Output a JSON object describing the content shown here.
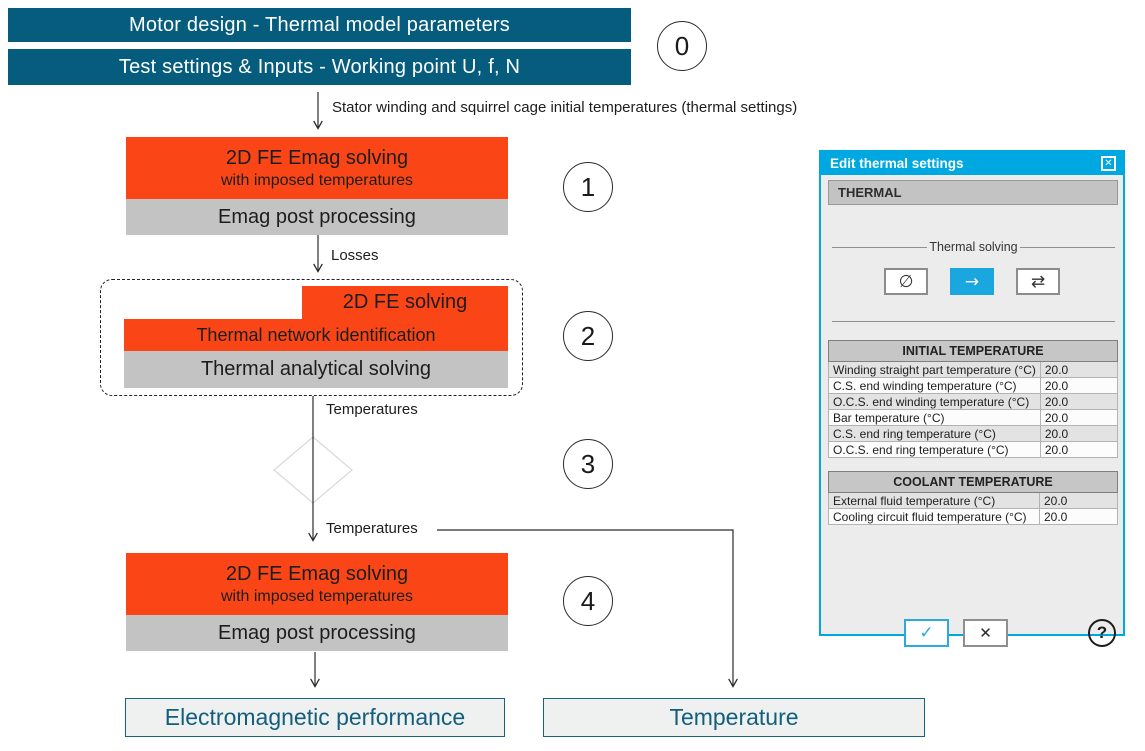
{
  "colors": {
    "teal_bar": "#055c7c",
    "accent_orange": "#fa4616",
    "block_gray": "#c3c3c3",
    "dialog_blue": "#00a8e2",
    "selected_button_blue": "#1aa7e0",
    "output_text_teal": "#135e7c"
  },
  "flow": {
    "bars": {
      "params": "Motor design - Thermal model parameters",
      "inputs": "Test settings & Inputs - Working point U, f, N"
    },
    "badges": [
      "0",
      "1",
      "2",
      "3",
      "4"
    ],
    "labels": {
      "initial": "Stator winding and squirrel cage initial temperatures (thermal settings)",
      "losses": "Losses",
      "temperatures_a": "Temperatures",
      "temperatures_b": "Temperatures"
    },
    "block1": {
      "line1": "2D FE Emag solving",
      "line2": "with imposed temperatures",
      "post": "Emag post processing"
    },
    "block2": {
      "fe": "2D FE solving",
      "network": "Thermal network identification",
      "analytical": "Thermal analytical solving"
    },
    "block4": {
      "line1": "2D FE Emag solving",
      "line2": "with imposed temperatures",
      "post": "Emag post processing"
    },
    "outputs": {
      "emag": "Electromagnetic performance",
      "temperature": "Temperature"
    }
  },
  "dialog": {
    "title": "Edit thermal settings",
    "close_icon": "✕",
    "section_header": "THERMAL",
    "solving": {
      "label": "Thermal solving",
      "none_icon": "∅",
      "one_way_icon": "→",
      "two_way_icon": "⇄",
      "selected": "one_way"
    },
    "initial_table": {
      "header": "INITIAL TEMPERATURE",
      "rows": [
        {
          "label": "Winding straight part temperature (°C)",
          "value": "20.0"
        },
        {
          "label": "C.S. end winding temperature (°C)",
          "value": "20.0"
        },
        {
          "label": "O.C.S. end winding temperature (°C)",
          "value": "20.0"
        },
        {
          "label": "Bar temperature (°C)",
          "value": "20.0"
        },
        {
          "label": "C.S. end ring temperature (°C)",
          "value": "20.0"
        },
        {
          "label": "O.C.S. end ring temperature (°C)",
          "value": "20.0"
        }
      ]
    },
    "coolant_table": {
      "header": "COOLANT TEMPERATURE",
      "rows": [
        {
          "label": "External fluid temperature (°C)",
          "value": "20.0"
        },
        {
          "label": "Cooling circuit fluid temperature (°C)",
          "value": "20.0"
        }
      ]
    },
    "ok_icon": "✓",
    "cancel_icon": "✕",
    "help_icon": "?"
  }
}
